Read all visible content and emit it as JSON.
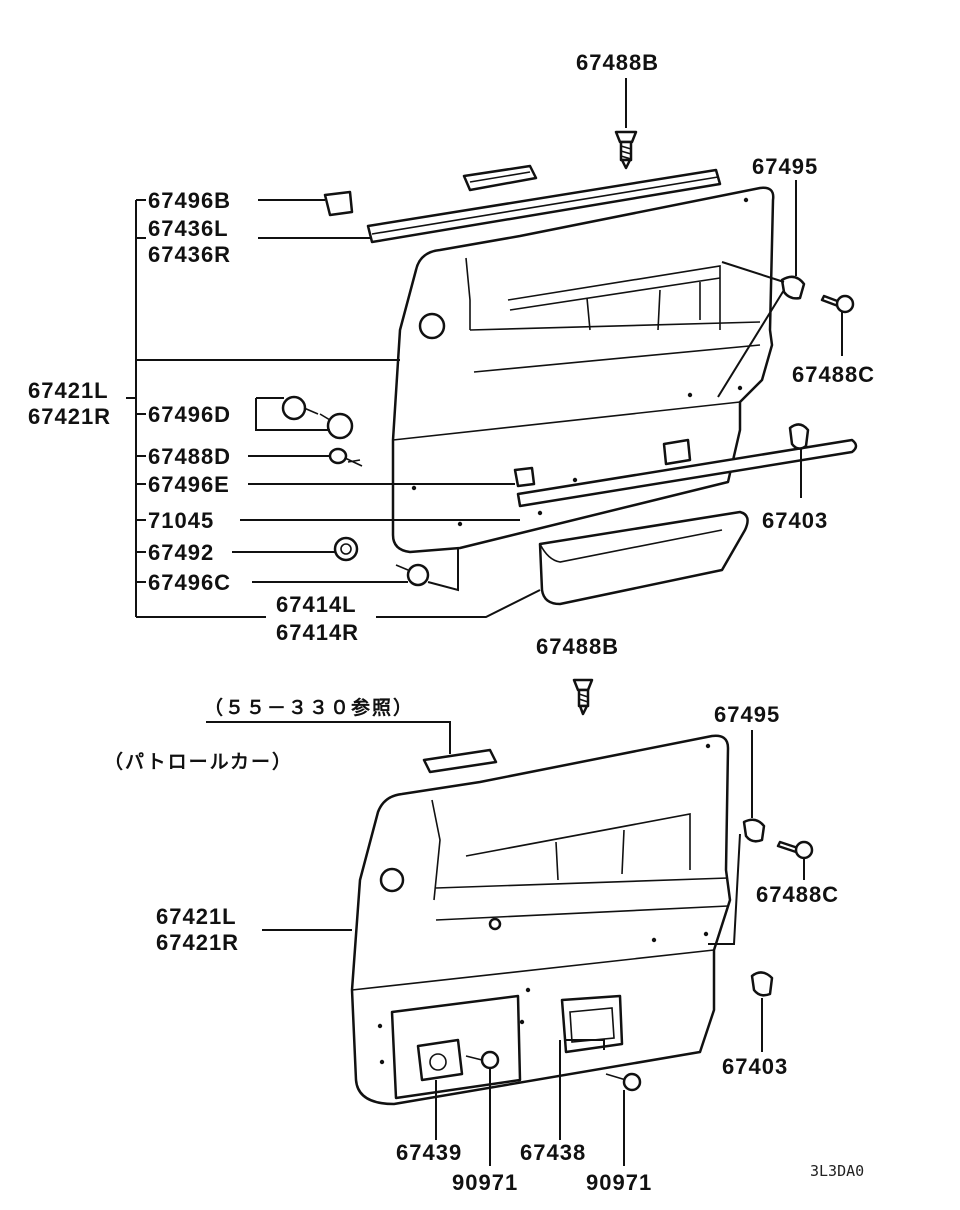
{
  "upper_labels": {
    "l67488B_top": "67488B",
    "l67495_top": "67495",
    "l67496B": "67496B",
    "l67436L": "67436L",
    "l67436R": "67436R",
    "l67488C_top": "67488C",
    "l67421L_top": "67421L",
    "l67421R_top": "67421R",
    "l67496D": "67496D",
    "l67488D": "67488D",
    "l67496E": "67496E",
    "l71045": "71045",
    "l67403_top": "67403",
    "l67492": "67492",
    "l67496C": "67496C",
    "l67414L": "67414L",
    "l67414R": "67414R"
  },
  "lower_labels": {
    "l67488B_bot": "67488B",
    "ref_note": "（５５－３３０参照）",
    "patrol_note": "（パトロールカー）",
    "l67495_bot": "67495",
    "l67488C_bot": "67488C",
    "l67421L_bot": "67421L",
    "l67421R_bot": "67421R",
    "l67403_bot": "67403",
    "l67439": "67439",
    "l90971_a": "90971",
    "l67438": "67438",
    "l90971_b": "90971"
  },
  "diagram_code": "3L3DA0"
}
